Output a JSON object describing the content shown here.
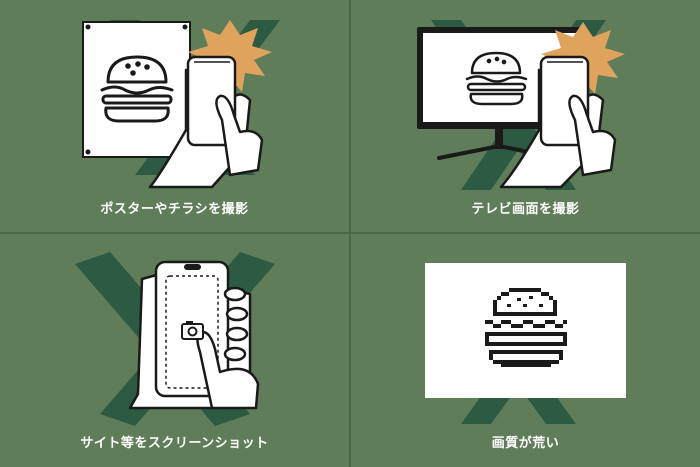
{
  "panels": [
    {
      "caption": "ポスターやチラシを撮影",
      "icon": "poster-photo"
    },
    {
      "caption": "テレビ画面を撮影",
      "icon": "tv-photo"
    },
    {
      "caption": "サイト等をスクリーンショット",
      "icon": "smartphone-screenshot"
    },
    {
      "caption": "画質が荒い",
      "icon": "pixelated-burger"
    }
  ],
  "colors": {
    "background": "#5f7d58",
    "divider": "#4a6844",
    "cross": "#2c5a42",
    "flash": "#e0a35e",
    "ink": "#1a1a1a",
    "paper": "#ffffff"
  }
}
